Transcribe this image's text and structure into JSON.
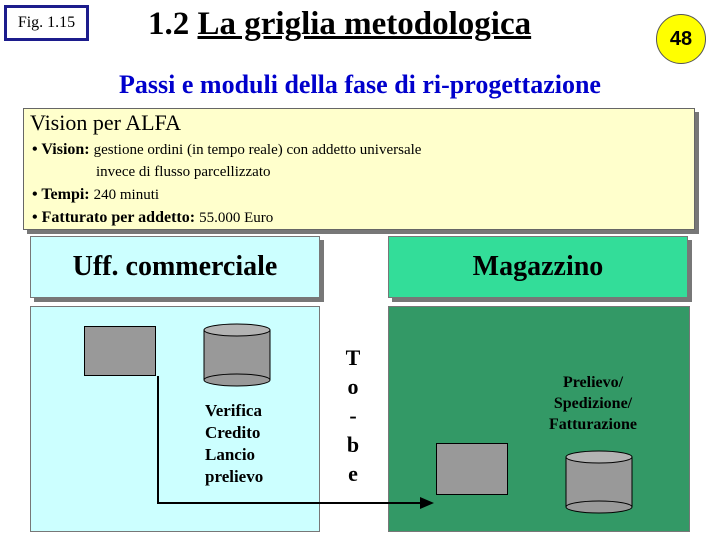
{
  "header": {
    "fig_label": "Fig. 1.15",
    "title_number": "1.2",
    "title_text": "La griglia metodologica",
    "page_number": "48"
  },
  "subtitle": "Passi e moduli della fase di ri-progettazione",
  "vision": {
    "title": "Vision per ALFA",
    "items": [
      {
        "label": "• Vision:",
        "text": "gestione ordini (in tempo reale) con addetto universale"
      },
      {
        "label": "",
        "text": "invece di flusso parcellizzato"
      },
      {
        "label": "• Tempi:",
        "text": "240 minuti"
      },
      {
        "label": "• Fatturato per addetto:",
        "text": "55.000 Euro"
      }
    ]
  },
  "columns": {
    "left_title": "Uff. commerciale",
    "right_title": "Magazzino",
    "separator_letters": [
      "T",
      "o",
      "-",
      "b",
      "e"
    ]
  },
  "left_process": {
    "lines": [
      "Verifica",
      "Credito",
      "Lancio",
      "prelievo"
    ]
  },
  "right_process": {
    "lines": [
      "Prelievo/",
      "Spedizione/",
      "Fatturazione"
    ]
  },
  "colors": {
    "fig_border": "#1c1c8c",
    "subtitle": "#0000cc",
    "vision_bg": "#ffffcc",
    "commerciale_bg": "#ccffff",
    "magazzino_head_bg": "#33dd99",
    "magazzino_bg": "#339966",
    "page_badge": "#ffff00",
    "box_gray": "#999999"
  }
}
